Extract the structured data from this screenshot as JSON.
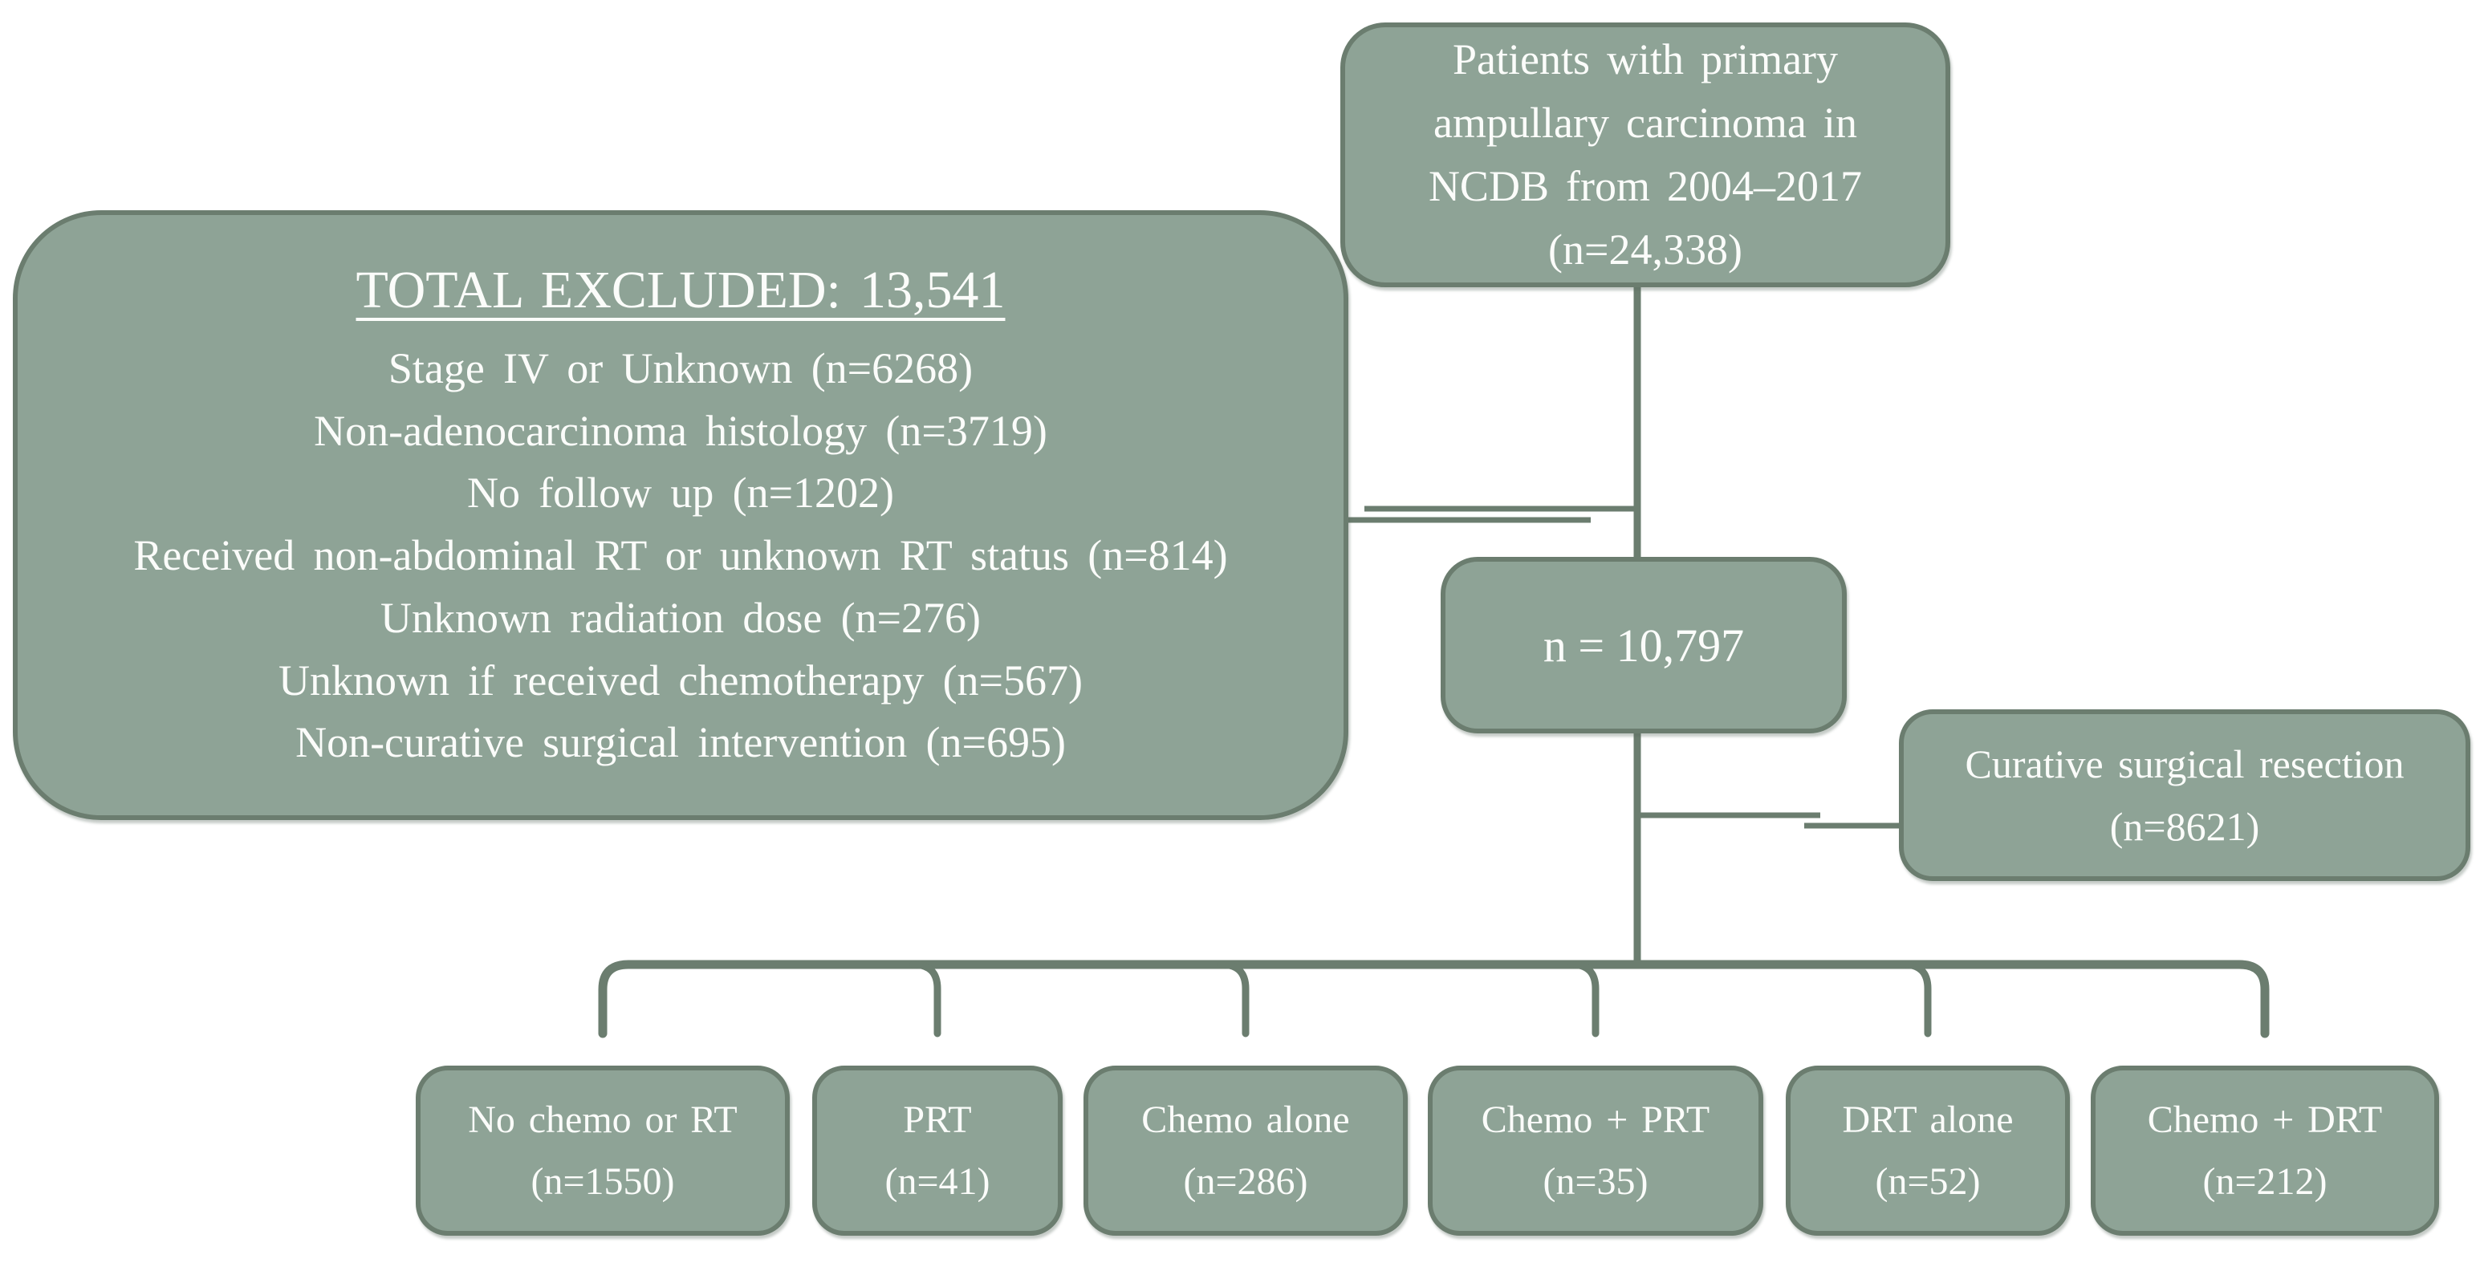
{
  "colors": {
    "box_fill": "#8EA396",
    "box_border": "#6B7D6F",
    "line": "#6B7D6F",
    "text": "#FBFCFA",
    "background": "#FFFFFF"
  },
  "top_box": {
    "lines": [
      "Patients with primary",
      "ampullary carcinoma in",
      "NCDB from 2004–2017",
      "(n=24,338)"
    ]
  },
  "excluded_box": {
    "title": "TOTAL EXCLUDED: 13,541",
    "items": [
      "Stage IV or Unknown (n=6268)",
      "Non-adenocarcinoma histology (n=3719)",
      "No follow up (n=1202)",
      "Received non-abdominal RT or unknown RT status (n=814)",
      "Unknown radiation dose (n=276)",
      "Unknown if received chemotherapy (n=567)",
      "Non-curative surgical intervention (n=695)"
    ]
  },
  "cohort_box": {
    "label": "n = 10,797"
  },
  "resection_box": {
    "lines": [
      "Curative surgical resection",
      "(n=8621)"
    ]
  },
  "treatment_boxes": [
    {
      "name": "No chemo or RT",
      "n": "(n=1550)"
    },
    {
      "name": "PRT",
      "n": "(n=41)"
    },
    {
      "name": "Chemo alone",
      "n": "(n=286)"
    },
    {
      "name": "Chemo + PRT",
      "n": "(n=35)"
    },
    {
      "name": "DRT alone",
      "n": "(n=52)"
    },
    {
      "name": "Chemo + DRT",
      "n": "(n=212)"
    }
  ]
}
